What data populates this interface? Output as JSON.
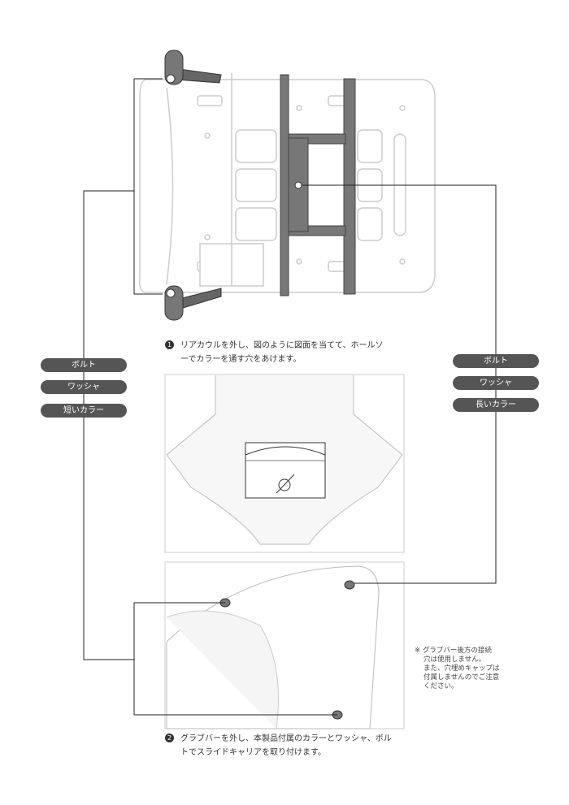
{
  "left_labels": [
    "ボルト",
    "ワッシャ",
    "短いカラー"
  ],
  "right_labels": [
    "ボルト",
    "ワッシャ",
    "長いカラー"
  ],
  "step1": {
    "number": "1",
    "line1": "リアカウルを外し、図のように図面を当てて、ホールソ",
    "line2": "ーでカラーを通す穴をあけます。"
  },
  "step2": {
    "number": "2",
    "line1": "グラブバーを外し、本製品付属のカラーとワッシャ、ボル",
    "line2": "トでスライドキャリアを取り付けます。"
  },
  "note": {
    "mark": "※",
    "line1": "グラブバー後方の接続",
    "line2": "穴は使用しません。",
    "line3": "また、穴埋めキャップは",
    "line4": "付属しませんのでご注意",
    "line5": "ください。"
  }
}
